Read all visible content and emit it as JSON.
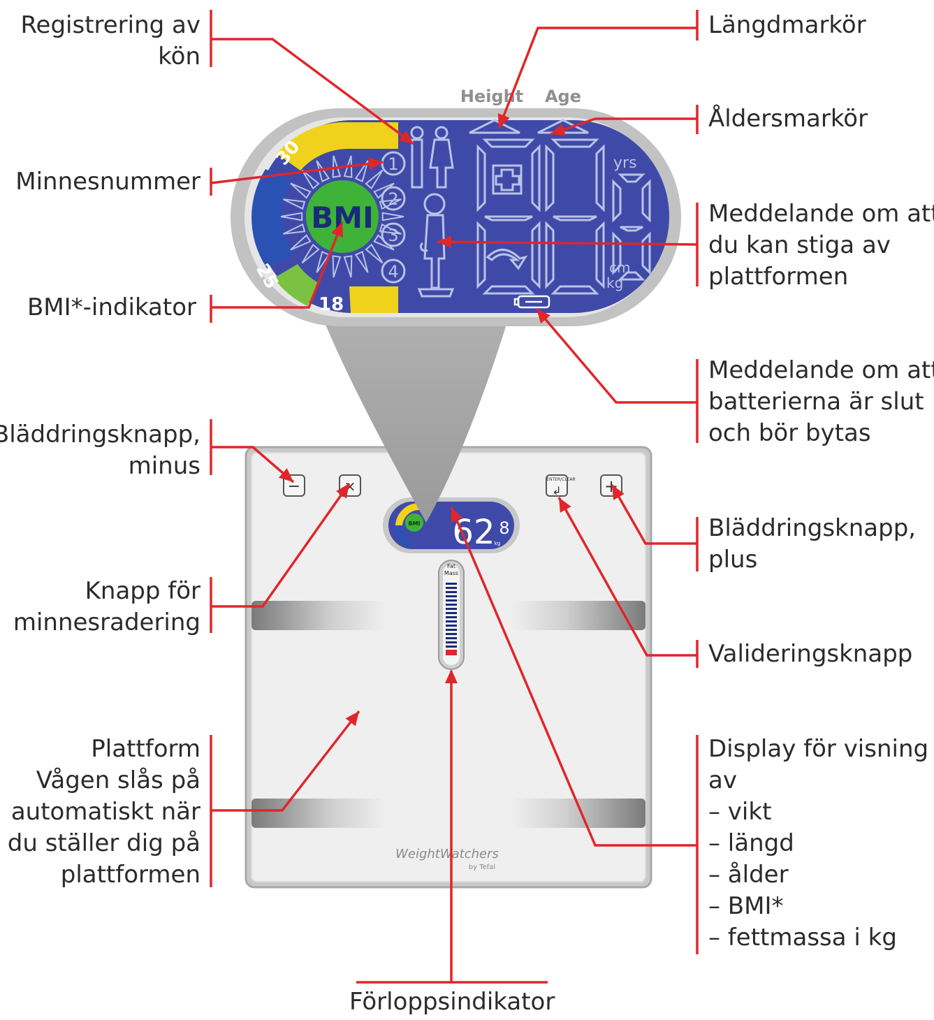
{
  "labels": {
    "gender_registration": [
      "Registrering av",
      "kön"
    ],
    "memory_number": [
      "Minnesnummer"
    ],
    "bmi_indicator": [
      "BMI*-indikator"
    ],
    "scroll_minus": [
      "Bläddringsknapp,",
      "minus"
    ],
    "memory_erase": [
      "Knapp för",
      "minnesradering"
    ],
    "platform": [
      "Plattform",
      "Vågen slås på",
      "automatiskt när",
      "du ställer dig på",
      "plattformen"
    ],
    "height_marker": [
      "Längdmarkör"
    ],
    "age_marker": [
      "Åldersmarkör"
    ],
    "step_off_message": [
      "Meddelande om att",
      "du  kan stiga av",
      "plattformen"
    ],
    "battery_message": [
      "Meddelande om att",
      "batterierna är slut",
      "och bör bytas"
    ],
    "scroll_plus": [
      "Bläddringsknapp,",
      "plus"
    ],
    "validation_button": [
      "Valideringsknapp"
    ],
    "display_info": [
      "Display för visning",
      "av",
      "– vikt",
      "– längd",
      "– ålder",
      "– BMI*",
      "– fettmassa i kg"
    ],
    "progress_indicator": [
      "Förloppsindikator"
    ]
  },
  "lcd": {
    "height_text": "Height",
    "age_text": "Age",
    "bmi_text": "BMI",
    "scale_30": "30",
    "scale_25": "25",
    "scale_18": "18",
    "memory_slots": [
      "1",
      "2",
      "3",
      "4"
    ],
    "unit_yrs": "yrs",
    "unit_cm": "cm",
    "unit_kg": "kg"
  },
  "scale": {
    "small_display_value": "62",
    "small_display_decimal": "8",
    "small_display_unit": "kg",
    "fat_mass_line1": "Fat",
    "fat_mass_line2": "Mass",
    "enter_clear": "ENTER/CLEAR",
    "brand": "WeightWatchers",
    "brand_sub": "by Tefal",
    "plus_symbol": "+",
    "minus_symbol": "−",
    "erase_symbol": "×"
  },
  "colors": {
    "callout_line": "#e0262a",
    "lcd_blue": "#3f4aa8",
    "lcd_segment": "#b9c3e6",
    "bmi_green": "#3fb338",
    "band_yellow": "#f0d21c",
    "band_blue": "#2a52b5",
    "band_green": "#7cc242",
    "bezel_grey": "#b8b8b8",
    "platform_grey": "#ececec"
  }
}
